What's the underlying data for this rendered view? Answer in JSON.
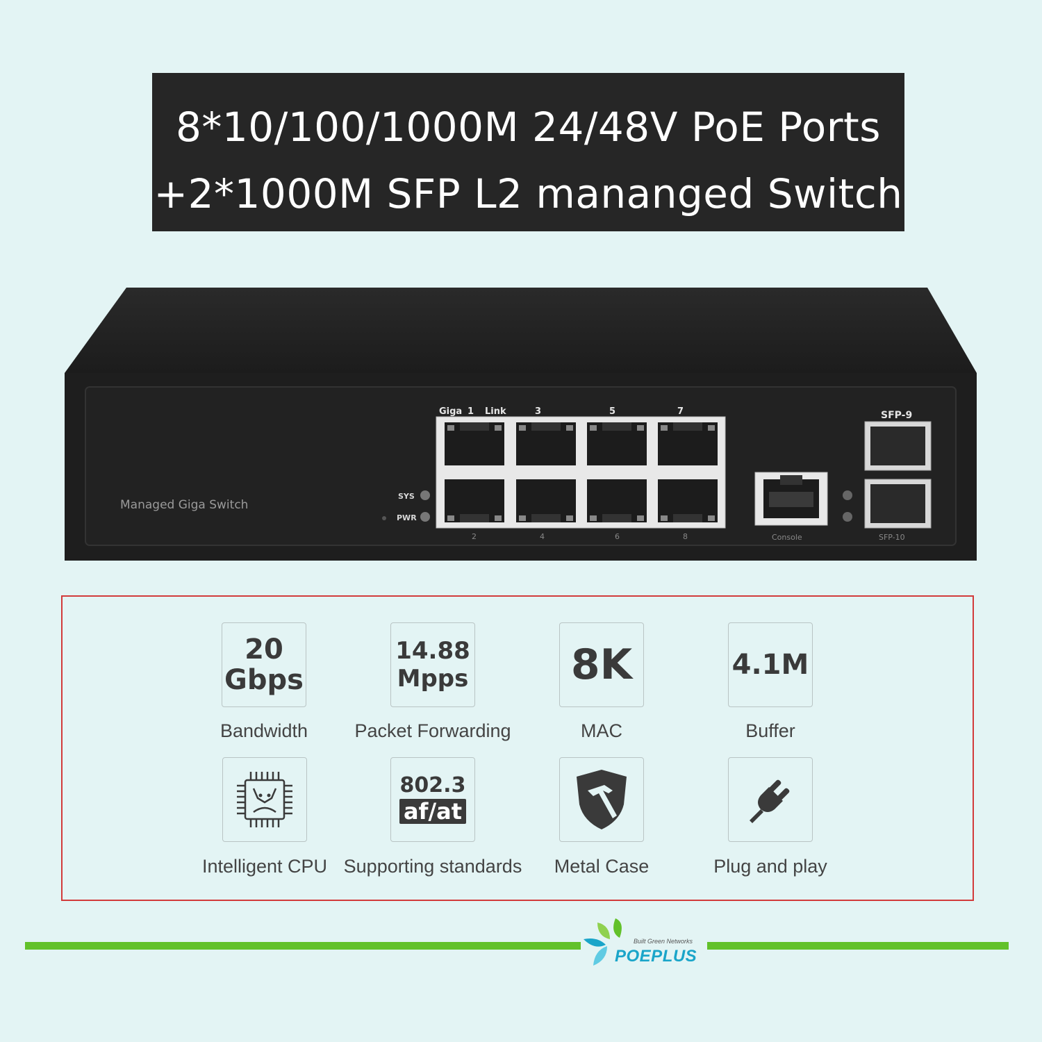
{
  "banner": {
    "line1": "8*10/100/1000M 24/48V PoE Ports",
    "line2": "+2*1000M SFP L2 mananged Switch"
  },
  "device": {
    "model_text": "Managed Giga Switch",
    "led_sys": "SYS",
    "led_pwr": "PWR",
    "port_header_giga": "Giga",
    "port_header_link": "Link",
    "top_port_numbers": [
      "1",
      "3",
      "5",
      "7"
    ],
    "bottom_port_numbers": [
      "2",
      "4",
      "6",
      "8"
    ],
    "console_label": "Console",
    "sfp_top_label": "SFP-9",
    "sfp_bottom_label": "SFP-10"
  },
  "features": {
    "bandwidth": {
      "value_line1": "20",
      "value_line2": "Gbps",
      "caption": "Bandwidth"
    },
    "forwarding": {
      "value_line1": "14.88",
      "value_line2": "Mpps",
      "caption": "Packet Forwarding"
    },
    "mac": {
      "value": "8K",
      "caption": "MAC"
    },
    "buffer": {
      "value": "4.1M",
      "caption": "Buffer"
    },
    "cpu": {
      "icon": "cpu-chip-icon",
      "caption": "Intelligent CPU"
    },
    "standards": {
      "value_line1": "802.3",
      "value_line2": "af/at",
      "caption": "Supporting standards"
    },
    "metal": {
      "icon": "shield-hammer-icon",
      "caption": "Metal Case"
    },
    "plug": {
      "icon": "power-plug-icon",
      "caption": "Plug and play"
    }
  },
  "brand": {
    "name": "POEPLUS",
    "tagline": "Built Green Networks"
  },
  "colors": {
    "background": "#e3f4f4",
    "banner": "#262626",
    "frame": "#d23a3a",
    "green_line": "#62c12a",
    "brand_blue": "#1aa5c9"
  }
}
